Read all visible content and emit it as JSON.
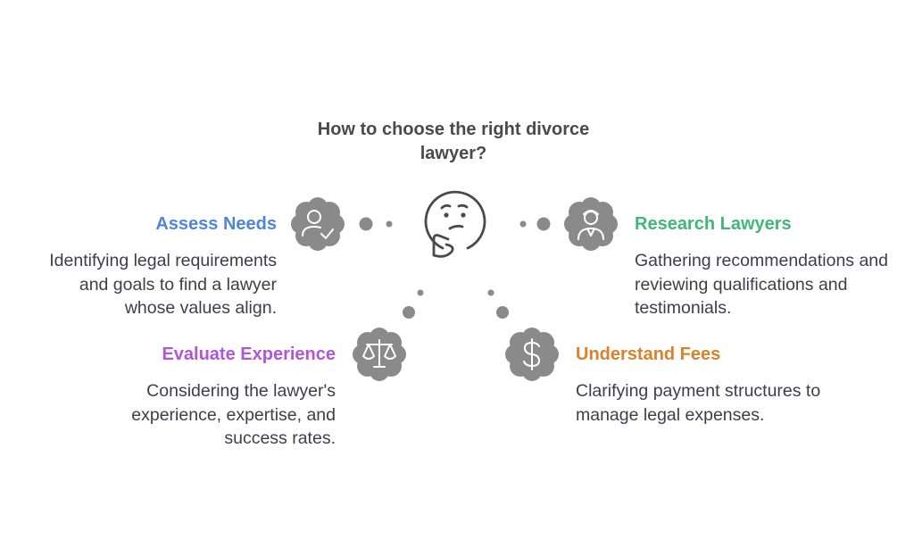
{
  "title": "How to choose the right divorce lawyer?",
  "colors": {
    "assess": "#4f86d9",
    "research": "#3fb877",
    "evaluate": "#b255d9",
    "fees": "#d9822b",
    "icon_fill": "#8a8a8a",
    "center_icon": "#4a4a4a"
  },
  "nodes": {
    "assess": {
      "title": "Assess Needs",
      "description": "Identifying legal requirements and goals to find a lawyer whose values align.",
      "icon": "user-check-icon"
    },
    "research": {
      "title": "Research Lawyers",
      "description": "Gathering recommendations and reviewing qualifications and testimonials.",
      "icon": "lawyer-icon"
    },
    "evaluate": {
      "title": "Evaluate Experience",
      "description": "Considering the lawyer's experience, expertise, and success rates.",
      "icon": "scales-icon"
    },
    "fees": {
      "title": "Understand Fees",
      "description": "Clarifying payment structures to manage legal expenses.",
      "icon": "dollar-icon"
    }
  },
  "center": {
    "icon": "thinking-face-icon"
  }
}
